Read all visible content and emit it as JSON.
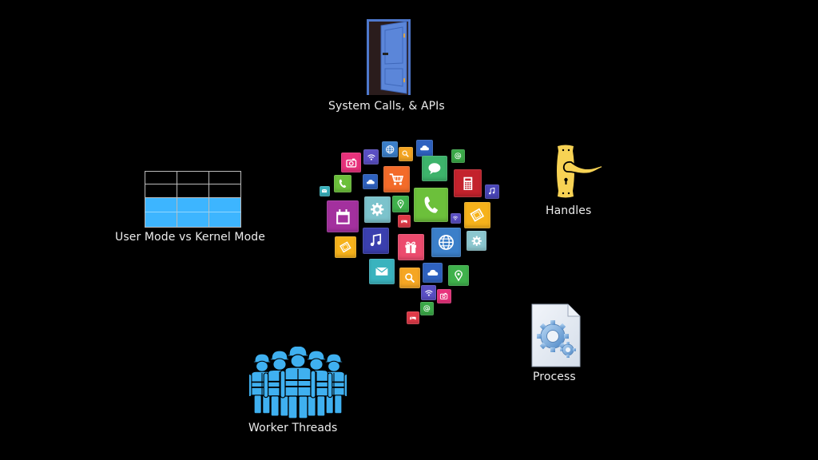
{
  "labels": {
    "system_calls": "System Calls, & APIs",
    "user_kernel": "User Mode vs Kernel Mode",
    "handles": "Handles",
    "process": "Process",
    "worker_threads": "Worker Threads"
  },
  "colors": {
    "background": "#000000",
    "text": "#ececec",
    "door_blue": "#5B86D9",
    "table_blue": "#3DB5FF",
    "handle_yellow": "#F7D254",
    "worker_blue": "#3FB0F0",
    "file_light": "#E6ECF5",
    "gear_blue": "#7FB2E5"
  },
  "table": {
    "rows": 4,
    "cols": 3,
    "highlighted_rows": 2
  },
  "workers": {
    "count": 5
  },
  "app_icons": [
    {
      "icon": "camera",
      "color": "#E8327C"
    },
    {
      "icon": "wifi",
      "color": "#5A4FC4"
    },
    {
      "icon": "globe",
      "color": "#3B7FC9"
    },
    {
      "icon": "search",
      "color": "#F5A623"
    },
    {
      "icon": "cloud",
      "color": "#2F62C0"
    },
    {
      "icon": "at",
      "color": "#3BAA48"
    },
    {
      "icon": "chat",
      "color": "#3DB36B"
    },
    {
      "icon": "calculator",
      "color": "#C3222C"
    },
    {
      "icon": "music",
      "color": "#4A46B8"
    },
    {
      "icon": "phone",
      "color": "#6CC03B"
    },
    {
      "icon": "cloud",
      "color": "#2F62C0"
    },
    {
      "icon": "cart",
      "color": "#F36B2A"
    },
    {
      "icon": "mail",
      "color": "#3AB3BE"
    },
    {
      "icon": "calendar",
      "color": "#A3309E"
    },
    {
      "icon": "gear",
      "color": "#7CC3CC"
    },
    {
      "icon": "location",
      "color": "#3FB24C"
    },
    {
      "icon": "phone",
      "color": "#6CC03B"
    },
    {
      "icon": "film",
      "color": "#F6B21B"
    },
    {
      "icon": "wifi",
      "color": "#5A4FC4"
    },
    {
      "icon": "gamepad",
      "color": "#E03A48"
    },
    {
      "icon": "music",
      "color": "#3A3FAE"
    },
    {
      "icon": "gift",
      "color": "#EC4B6E"
    },
    {
      "icon": "globe",
      "color": "#3B7FC9"
    },
    {
      "icon": "gear",
      "color": "#8CC7CF"
    },
    {
      "icon": "film",
      "color": "#F6B21B"
    },
    {
      "icon": "mail",
      "color": "#3AB3BE"
    },
    {
      "icon": "search",
      "color": "#F5A623"
    },
    {
      "icon": "cloud",
      "color": "#2F62C0"
    },
    {
      "icon": "location",
      "color": "#3FB24C"
    },
    {
      "icon": "wifi",
      "color": "#5A4FC4"
    },
    {
      "icon": "camera",
      "color": "#E8327C"
    },
    {
      "icon": "at",
      "color": "#3BAA48"
    },
    {
      "icon": "gamepad",
      "color": "#E03A48"
    }
  ]
}
